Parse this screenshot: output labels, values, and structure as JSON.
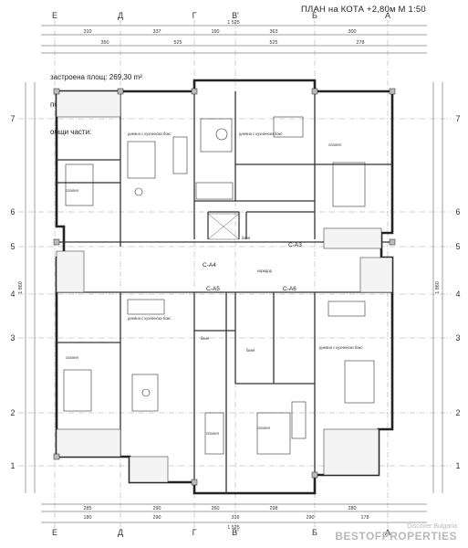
{
  "header": {
    "title": "ПЛАН на КОТА +2,80м  М 1:50"
  },
  "areas": {
    "built_label": "застроена площ:",
    "built_value": "269,30 m²",
    "useful_label": "полезни площи:",
    "common_label": "общи части:"
  },
  "axes": {
    "columns": [
      "Е",
      "Д",
      "Г",
      "В'",
      "Б",
      "А"
    ],
    "rows": [
      "7",
      "6",
      "5",
      "4",
      "3",
      "2",
      "1"
    ]
  },
  "dims": {
    "top_total": "1 525",
    "bottom_total": "1 525",
    "top_row": [
      "310",
      "337",
      "190",
      "363",
      "300"
    ],
    "top_row2": [
      "350",
      "525",
      "525",
      "278"
    ],
    "bottom_row": [
      "285",
      "290",
      "260",
      "298",
      "280"
    ],
    "bottom_row2": [
      "180",
      "290",
      "316",
      "290",
      "178"
    ],
    "left_total": "1 860",
    "right_total": "1 860"
  },
  "rooms": {
    "living_kitchen": "дневна с кухненски бокс",
    "bedroom": "спалня",
    "bath": "баня",
    "corridor": "коридор"
  },
  "tags": [
    "С-А4",
    "С-А3",
    "С-А5",
    "С-А6"
  ],
  "watermark": {
    "line1": "Discover Bulgaria",
    "line2": "BESTOFPROPERTIES"
  }
}
